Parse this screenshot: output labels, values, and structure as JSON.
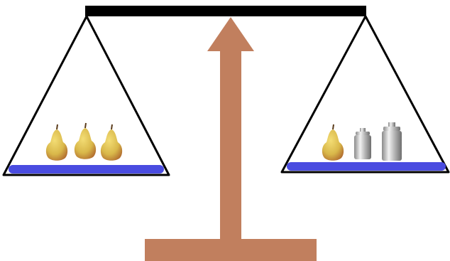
{
  "scene": {
    "description_free": true,
    "left_pan": {
      "items": [
        {
          "kind": "pear",
          "icon": "pear-icon"
        },
        {
          "kind": "pear",
          "icon": "pear-icon"
        },
        {
          "kind": "pear",
          "icon": "pear-icon"
        }
      ]
    },
    "right_pan": {
      "items": [
        {
          "kind": "pear",
          "icon": "pear-icon"
        },
        {
          "kind": "weight",
          "size": "small",
          "icon": "weight-icon"
        },
        {
          "kind": "weight",
          "size": "large",
          "icon": "weight-icon"
        }
      ]
    },
    "balanced": true
  },
  "colors": {
    "beam": "#000000",
    "stand": "#c17f5e",
    "pan": "#4a4ce0",
    "string": "#000000",
    "pear_body": "#d9b84a",
    "pear_shade": "#b06a2e",
    "weight_light": "#e6e6e6",
    "weight_dark": "#7a7a7a"
  }
}
